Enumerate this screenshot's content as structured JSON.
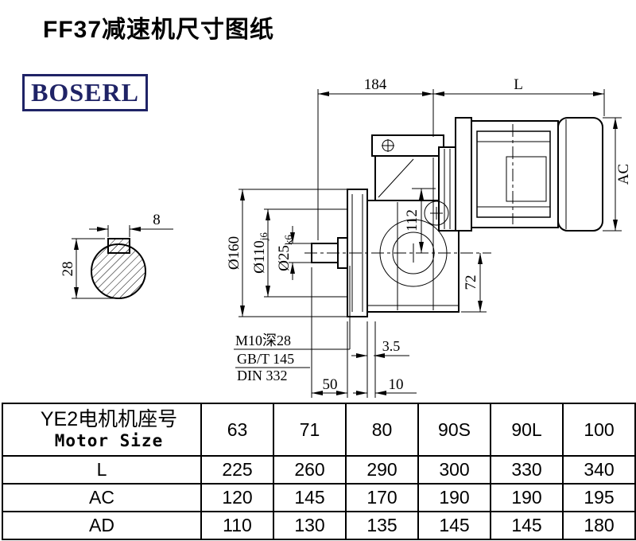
{
  "page": {
    "title": "FF37减速机尺寸图纸"
  },
  "logo": {
    "text": "BOSERL"
  },
  "drawing": {
    "top": {
      "d184": "184",
      "dL": "L"
    },
    "right": {
      "dAC": "AC"
    },
    "vertical": {
      "d112": "112",
      "d72": "72"
    },
    "shaft_section": {
      "d8": "8",
      "d28": "28"
    },
    "diameters": {
      "d160": "Ø160",
      "d110_main": "Ø110",
      "d110_tol": "j6",
      "d25_main": "Ø25",
      "d25_tol": "k6"
    },
    "callout": {
      "thread": "M10深28",
      "gb": "GB/T 145",
      "din": "DIN 332"
    },
    "bottom": {
      "d35": "3.5",
      "d50": "50",
      "d10": "10"
    }
  },
  "table": {
    "header": {
      "line1": "YE2电机机座号",
      "line2": "Motor Size"
    },
    "sizes": [
      "63",
      "71",
      "80",
      "90S",
      "90L",
      "100"
    ],
    "rows": [
      {
        "label": "L",
        "values": [
          "225",
          "260",
          "290",
          "300",
          "330",
          "340"
        ]
      },
      {
        "label": "AC",
        "values": [
          "120",
          "145",
          "170",
          "190",
          "190",
          "195"
        ]
      },
      {
        "label": "AD",
        "values": [
          "110",
          "130",
          "135",
          "145",
          "145",
          "180"
        ]
      }
    ]
  }
}
